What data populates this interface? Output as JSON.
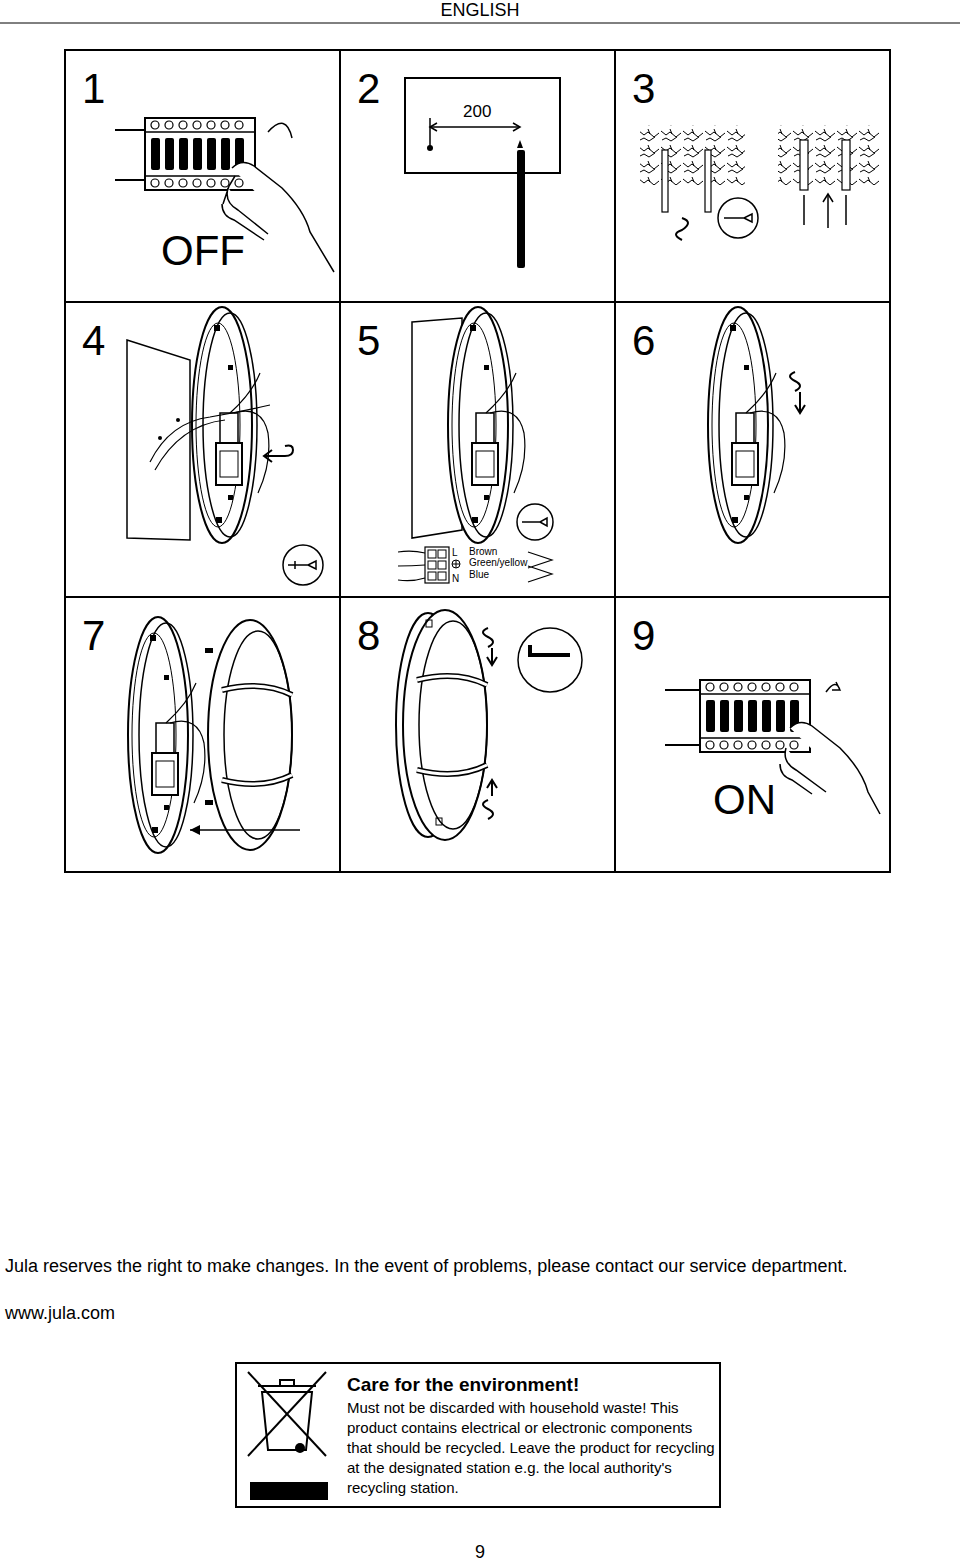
{
  "diagram": {
    "nodes": [
      {
        "text": [
          "1",
          "OFF"
        ]
      },
      {
        "text": [
          "2",
          "200"
        ]
      },
      {
        "text": [
          "3"
        ]
      },
      {
        "text": [
          "4"
        ]
      },
      {
        "text": [
          "5",
          "L",
          "Brown",
          "Green/yellow",
          "N",
          "Blue"
        ]
      },
      {
        "text": [
          "6"
        ]
      },
      {
        "text": [
          "7"
        ]
      },
      {
        "text": [
          "8"
        ]
      },
      {
        "text": [
          "9",
          "ON"
        ]
      },
      {
        "text": [
          "Care for the environment!",
          "Must not be discarded with household waste! This product contains electrical or electronic components that should be recycled. Leave the product for recycling at the designated station e.g. the local authority's recycling station."
        ]
      }
    ],
    "labels": [
      "ENGLISH",
      "Jula reserves the right to make changes. In the event of problems, please contact our service department.",
      "www.jula.com",
      "9"
    ]
  }
}
